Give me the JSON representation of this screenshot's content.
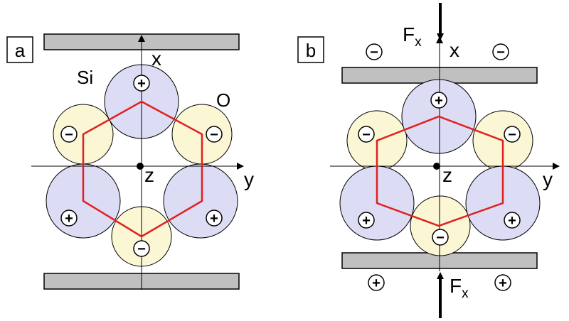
{
  "panels": [
    {
      "id": "a",
      "label": "a",
      "axis_x_label": "x",
      "axis_y_label": "y",
      "axis_z_label": "z",
      "si_label": "Si",
      "o_label": "O"
    },
    {
      "id": "b",
      "label": "b",
      "axis_x_label": "x",
      "axis_y_label": "y",
      "axis_z_label": "z",
      "force_top_label": "F",
      "force_top_sub": "x",
      "force_bottom_label": "F",
      "force_bottom_sub": "x"
    }
  ],
  "signs": {
    "plus": "+",
    "minus": "−"
  },
  "colors": {
    "si_fill": "#dcdcf5",
    "o_fill": "#fbf6d4",
    "hexagon": "#e02020",
    "plate_fill": "#c0c0c0",
    "axis": "#000000"
  }
}
